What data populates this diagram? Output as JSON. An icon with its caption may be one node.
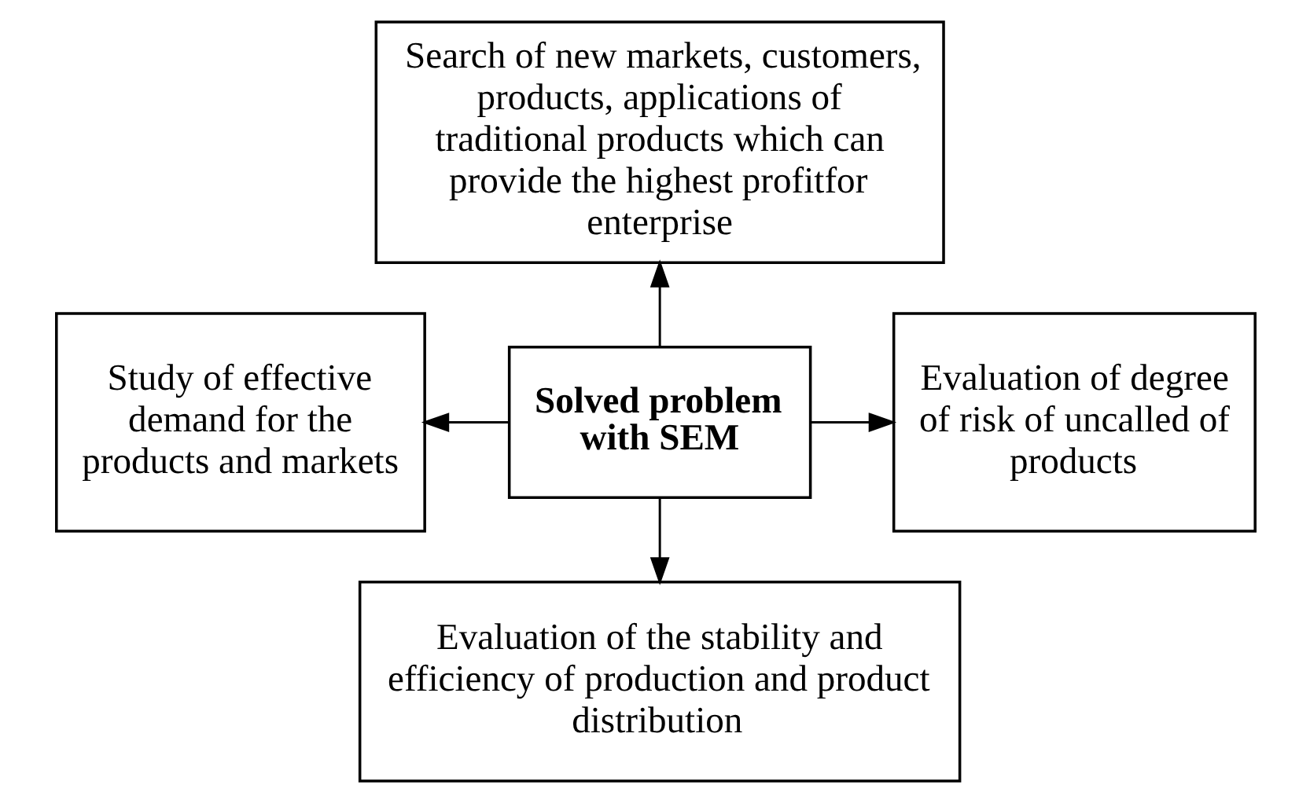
{
  "diagram": {
    "nodes": [
      {
        "text": [
          "Search of new markets, customers, products, applications of traditional products which can provide the highest profitfor enterprise"
        ]
      },
      {
        "text": [
          "Study of effective demand for the products and markets"
        ]
      },
      {
        "text": [
          "Solved problem with SEM"
        ]
      },
      {
        "text": [
          "Evaluation of degree of risk of uncalled of products"
        ]
      },
      {
        "text": [
          "Evaluation of the stability and efficiency of production and product distribution"
        ]
      }
    ],
    "edges": [
      {
        "from": 2,
        "to": 0,
        "arrow": "to"
      },
      {
        "from": 2,
        "to": 1,
        "arrow": "to"
      },
      {
        "from": 2,
        "to": 3,
        "arrow": "to"
      },
      {
        "from": 2,
        "to": 4,
        "arrow": "to"
      }
    ]
  }
}
